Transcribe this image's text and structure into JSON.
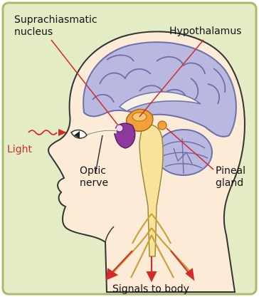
{
  "labels": {
    "suprachiasmatic_line1": "Suprachiasmatic",
    "suprachiasmatic_line2": "nucleus",
    "hypothalamus": "Hypothalamus",
    "light": "Light",
    "optic_line1": "Optic",
    "optic_line2": "nerve",
    "pineal_line1": "Pineal",
    "pineal_line2": "gland",
    "signals": "Signals to body"
  },
  "colors": {
    "background_green": "#e4ecc5",
    "border_green": "#a9bb6a",
    "skin": "#fcebd6",
    "brain": "#b8b8e0",
    "brain_dark": "#6e6ea8",
    "spinal": "#f7e39a",
    "hypothalamus": "#f2a13a",
    "pituitary": "#8e3a9c",
    "red": "#d42a2a"
  }
}
